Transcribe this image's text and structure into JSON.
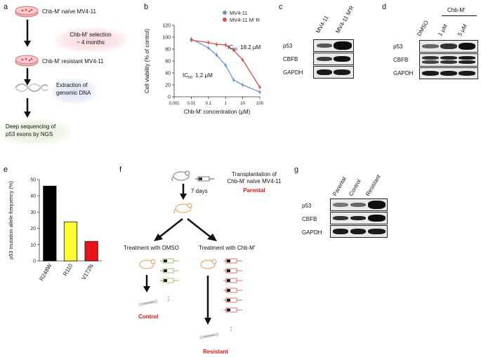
{
  "panels": {
    "a": "a",
    "b": "b",
    "c": "c",
    "d": "d",
    "e": "e",
    "f": "f",
    "g": "g"
  },
  "panel_a": {
    "step1": "Chb-M' naïve MV4-11",
    "step2_line1": "Chb-M' selection",
    "step2_line2": "~ 4 months",
    "step3": "Chb-M' resistant MV4-11",
    "step4_line1": "Extraction of",
    "step4_line2": "genomic DNA",
    "step5_line1": "Deep sequencing of",
    "step5_line2": "p53 exons by NGS"
  },
  "panel_c": {
    "lanes": [
      "MV4-11",
      "MV4-11 M'R"
    ],
    "rows": [
      "p53",
      "CBFB",
      "GAPDH"
    ]
  },
  "panel_d": {
    "group": "Chb-M'",
    "lanes": [
      "DMSO",
      "1 μM",
      "5 μM"
    ],
    "rows": [
      "p53",
      "CBFB",
      "GAPDH"
    ]
  },
  "panel_f": {
    "transplant_line1": "Transplantation of",
    "transplant_line2": "Chb-M' naïve MV4-11",
    "parental": "Parental",
    "days": "7 days",
    "treat_dmso": "Treatment with DMSO",
    "treat_chb": "Treatment with Chb-M'",
    "control": "Control",
    "resistant": "Resistant",
    "dots": "⋮"
  },
  "panel_g": {
    "lanes": [
      "Parental",
      "Control",
      "Resistant"
    ],
    "rows": [
      "p53",
      "CBFB",
      "GAPDH"
    ]
  },
  "colors": {
    "mv411": "#6f93d0",
    "mv411_mr": "#d9504f",
    "accent_red": "#e0161e"
  },
  "chart_data": [
    {
      "type": "line",
      "panel": "b",
      "xlabel": "Chb-M' concentration (μM)",
      "ylabel": "Cell viability (% of control)",
      "xscale": "log",
      "xlim": [
        0.001,
        100
      ],
      "ylim": [
        0,
        120
      ],
      "x_ticks": [
        "0.001",
        "0.01",
        "0.1",
        "1",
        "10",
        "100"
      ],
      "y_ticks": [
        "0",
        "20",
        "40",
        "60",
        "80",
        "100",
        "120"
      ],
      "legend_position": "top-right",
      "series": [
        {
          "name": "MV4-11",
          "color": "#6f93d0",
          "x": [
            0.01,
            0.1,
            0.3,
            1,
            3,
            10,
            100
          ],
          "y": [
            97,
            82,
            70,
            53,
            28,
            20,
            8
          ]
        },
        {
          "name": "MV4-11 M' R",
          "color": "#d9504f",
          "x": [
            0.01,
            0.1,
            0.3,
            1,
            3,
            10,
            100
          ],
          "y": [
            95,
            91,
            88,
            87,
            78,
            62,
            16
          ]
        }
      ],
      "annotations": {
        "ic50_mr_sym": "IC",
        "ic50_mr_sub": "50",
        "ic50_mr_val": "18.2 μM",
        "ic50_wt_sym": "IC",
        "ic50_wt_sub": "50",
        "ic50_wt_val": "1.2 μM"
      }
    },
    {
      "type": "bar",
      "panel": "e",
      "categories": [
        "R248W",
        "R110",
        "V172fs"
      ],
      "values": [
        46,
        24,
        12
      ],
      "colors": [
        "#000000",
        "#ffff33",
        "#e8141b"
      ],
      "ylabel": "p53 mutation allele frequency (%)",
      "ylim": [
        0,
        50
      ],
      "y_ticks": [
        "0",
        "10",
        "20",
        "30",
        "40",
        "50"
      ]
    }
  ]
}
